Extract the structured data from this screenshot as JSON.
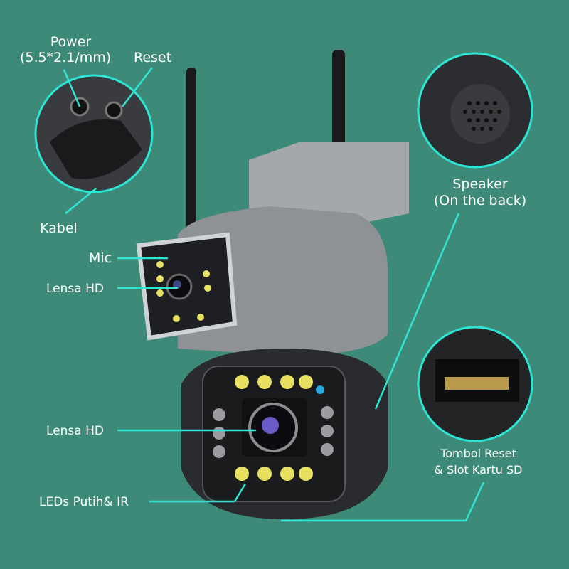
{
  "labels": {
    "power": "Power",
    "power_spec": "(5.5*2.1/mm)",
    "reset": "Reset",
    "kabel": "Kabel",
    "mic": "Mic",
    "lens_top": "Lensa HD",
    "lens_bottom": "Lensa HD",
    "leds": "LEDs Putih& IR",
    "speaker": "Speaker",
    "speaker_note": "(On the back)",
    "reset_slot_1": "Tombol Reset",
    "reset_slot_2": "& Slot Kartu SD"
  },
  "colors": {
    "background": "#3d8a78",
    "callout": "#2ee6d6",
    "body_gray": "#8e9196",
    "body_dark": "#2a2b2e",
    "led": "#e8e060"
  }
}
